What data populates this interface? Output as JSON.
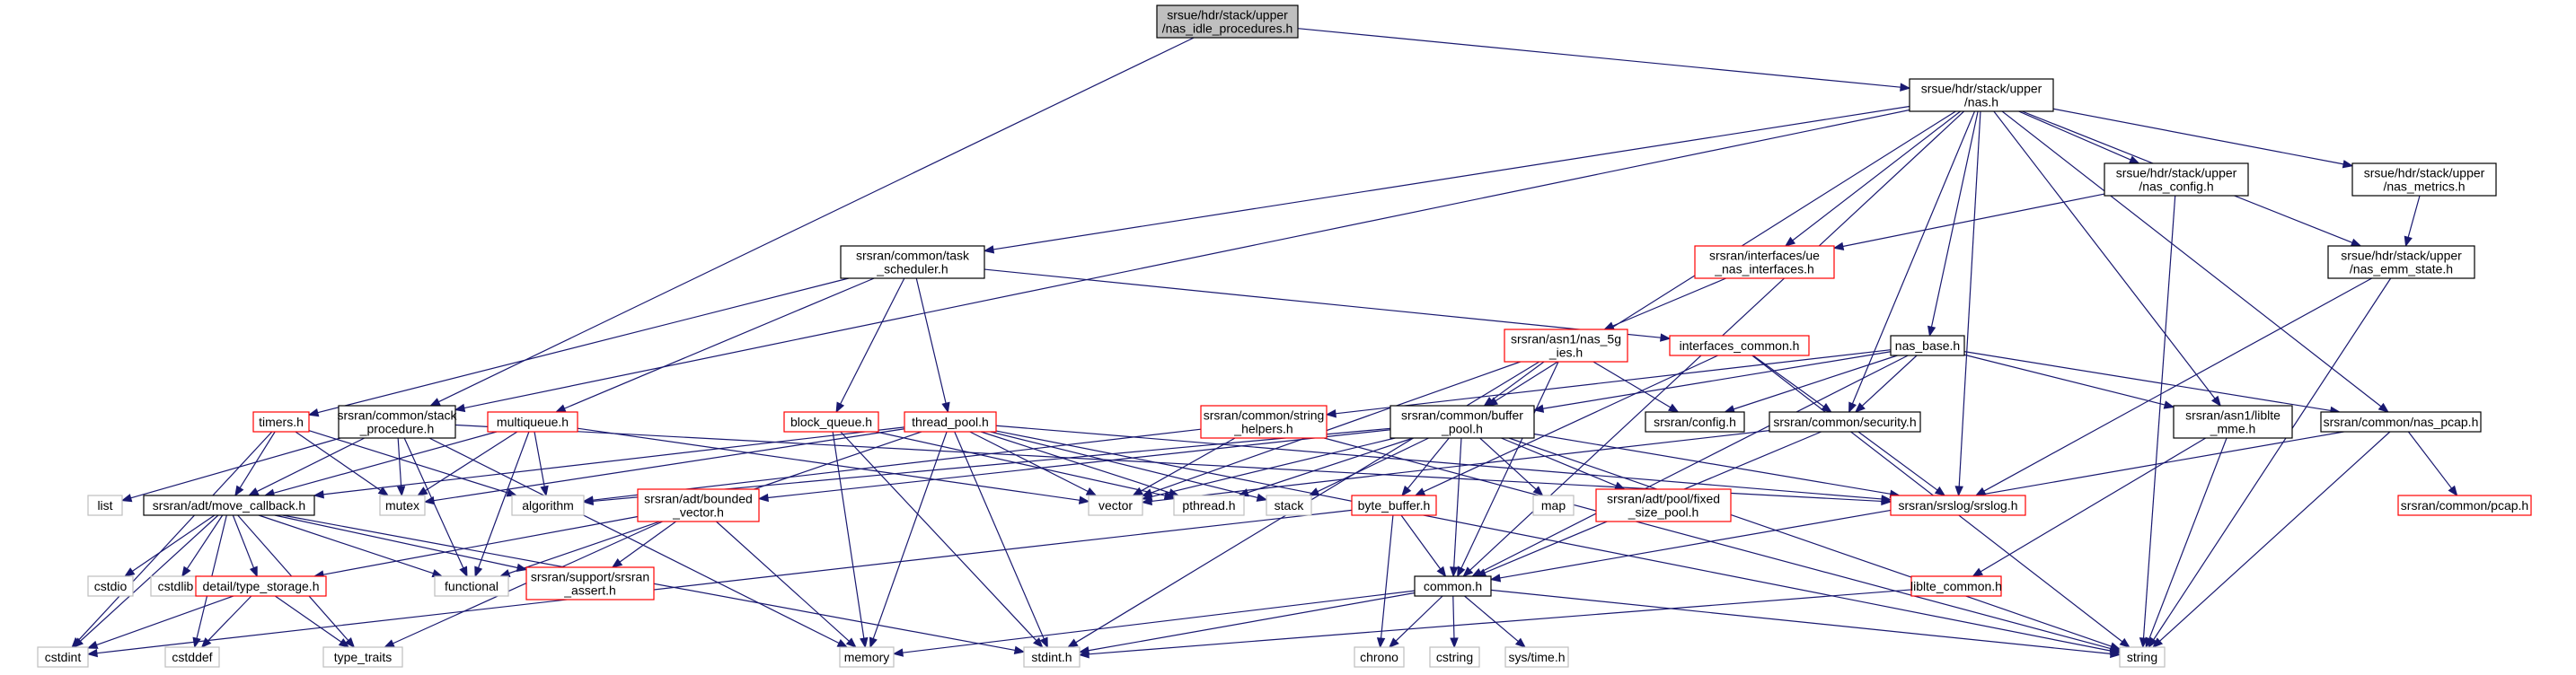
{
  "colors": {
    "edge": "#191970",
    "node_border": "#000000",
    "node_border_red": "#ff0000",
    "node_border_gray": "#bfbfbf",
    "root_fill": "#bfbfbf",
    "node_fill": "#ffffff",
    "text": "#000000"
  },
  "nodes": [
    {
      "id": "root",
      "lines": [
        "srsue/hdr/stack/upper",
        "/nas_idle_procedures.h"
      ],
      "style": "root"
    },
    {
      "id": "nas",
      "lines": [
        "srsue/hdr/stack/upper",
        "/nas.h"
      ],
      "style": "black"
    },
    {
      "id": "stack_proc",
      "lines": [
        "srsran/common/stack",
        "_procedure.h"
      ],
      "style": "black"
    },
    {
      "id": "task_sched",
      "lines": [
        "srsran/common/task",
        "_scheduler.h"
      ],
      "style": "black"
    },
    {
      "id": "nas_config",
      "lines": [
        "srsue/hdr/stack/upper",
        "/nas_config.h"
      ],
      "style": "black"
    },
    {
      "id": "nas_metrics",
      "lines": [
        "srsue/hdr/stack/upper",
        "/nas_metrics.h"
      ],
      "style": "black"
    },
    {
      "id": "nas_emm",
      "lines": [
        "srsue/hdr/stack/upper",
        "/nas_emm_state.h"
      ],
      "style": "black"
    },
    {
      "id": "ue_nas_if",
      "lines": [
        "srsran/interfaces/ue",
        "_nas_interfaces.h"
      ],
      "style": "red"
    },
    {
      "id": "nas_5g_ies",
      "lines": [
        "srsran/asn1/nas_5g",
        "_ies.h"
      ],
      "style": "red"
    },
    {
      "id": "if_common",
      "lines": [
        "interfaces_common.h"
      ],
      "style": "red"
    },
    {
      "id": "nas_base",
      "lines": [
        "nas_base.h"
      ],
      "style": "black"
    },
    {
      "id": "timers",
      "lines": [
        "timers.h"
      ],
      "style": "red"
    },
    {
      "id": "multiqueue",
      "lines": [
        "multiqueue.h"
      ],
      "style": "red"
    },
    {
      "id": "block_queue",
      "lines": [
        "block_queue.h"
      ],
      "style": "red"
    },
    {
      "id": "thread_pool",
      "lines": [
        "thread_pool.h"
      ],
      "style": "red"
    },
    {
      "id": "string_helpers",
      "lines": [
        "srsran/common/string",
        "_helpers.h"
      ],
      "style": "red"
    },
    {
      "id": "buffer_pool",
      "lines": [
        "srsran/common/buffer",
        "_pool.h"
      ],
      "style": "black"
    },
    {
      "id": "config",
      "lines": [
        "srsran/config.h"
      ],
      "style": "black"
    },
    {
      "id": "security",
      "lines": [
        "srsran/common/security.h"
      ],
      "style": "black"
    },
    {
      "id": "liblte_mme",
      "lines": [
        "srsran/asn1/liblte",
        "_mme.h"
      ],
      "style": "black"
    },
    {
      "id": "nas_pcap",
      "lines": [
        "srsran/common/nas_pcap.h"
      ],
      "style": "black"
    },
    {
      "id": "list",
      "lines": [
        "list"
      ],
      "style": "gray"
    },
    {
      "id": "move_cb",
      "lines": [
        "srsran/adt/move_callback.h"
      ],
      "style": "black"
    },
    {
      "id": "mutex",
      "lines": [
        "mutex"
      ],
      "style": "gray"
    },
    {
      "id": "algorithm",
      "lines": [
        "algorithm"
      ],
      "style": "gray"
    },
    {
      "id": "vector",
      "lines": [
        "vector"
      ],
      "style": "gray"
    },
    {
      "id": "pthread",
      "lines": [
        "pthread.h"
      ],
      "style": "gray"
    },
    {
      "id": "stack",
      "lines": [
        "stack"
      ],
      "style": "gray"
    },
    {
      "id": "map",
      "lines": [
        "map"
      ],
      "style": "gray"
    },
    {
      "id": "fixed_pool",
      "lines": [
        "srsran/adt/pool/fixed",
        "_size_pool.h"
      ],
      "style": "red"
    },
    {
      "id": "srslog",
      "lines": [
        "srsran/srslog/srslog.h"
      ],
      "style": "red"
    },
    {
      "id": "pcap",
      "lines": [
        "srsran/common/pcap.h"
      ],
      "style": "red"
    },
    {
      "id": "bounded_vec",
      "lines": [
        "srsran/adt/bounded",
        "_vector.h"
      ],
      "style": "red"
    },
    {
      "id": "byte_buffer",
      "lines": [
        "byte_buffer.h"
      ],
      "style": "red"
    },
    {
      "id": "common",
      "lines": [
        "common.h"
      ],
      "style": "black"
    },
    {
      "id": "liblte_common",
      "lines": [
        "liblte_common.h"
      ],
      "style": "red"
    },
    {
      "id": "cstdio",
      "lines": [
        "cstdio"
      ],
      "style": "gray"
    },
    {
      "id": "cstdlib",
      "lines": [
        "cstdlib"
      ],
      "style": "gray"
    },
    {
      "id": "type_storage",
      "lines": [
        "detail/type_storage.h"
      ],
      "style": "red"
    },
    {
      "id": "functional",
      "lines": [
        "functional"
      ],
      "style": "gray"
    },
    {
      "id": "srsran_assert",
      "lines": [
        "srsran/support/srsran",
        "_assert.h"
      ],
      "style": "red"
    },
    {
      "id": "cstdint",
      "lines": [
        "cstdint"
      ],
      "style": "gray"
    },
    {
      "id": "cstddef",
      "lines": [
        "cstddef"
      ],
      "style": "gray"
    },
    {
      "id": "type_traits",
      "lines": [
        "type_traits"
      ],
      "style": "gray"
    },
    {
      "id": "memory",
      "lines": [
        "memory"
      ],
      "style": "gray"
    },
    {
      "id": "stdint",
      "lines": [
        "stdint.h"
      ],
      "style": "gray"
    },
    {
      "id": "chrono",
      "lines": [
        "chrono"
      ],
      "style": "gray"
    },
    {
      "id": "cstring",
      "lines": [
        "cstring"
      ],
      "style": "gray"
    },
    {
      "id": "systime",
      "lines": [
        "sys/time.h"
      ],
      "style": "gray"
    },
    {
      "id": "string",
      "lines": [
        "string"
      ],
      "style": "gray"
    }
  ],
  "edges": [
    [
      "root",
      "nas"
    ],
    [
      "root",
      "stack_proc"
    ],
    [
      "nas",
      "task_sched"
    ],
    [
      "nas",
      "stack_proc"
    ],
    [
      "nas",
      "nas_config"
    ],
    [
      "nas",
      "nas_metrics"
    ],
    [
      "nas",
      "nas_emm"
    ],
    [
      "nas",
      "ue_nas_if"
    ],
    [
      "nas",
      "nas_base"
    ],
    [
      "nas",
      "buffer_pool"
    ],
    [
      "nas",
      "security"
    ],
    [
      "nas",
      "liblte_mme"
    ],
    [
      "nas",
      "nas_pcap"
    ],
    [
      "nas",
      "srslog"
    ],
    [
      "nas",
      "common"
    ],
    [
      "nas_config",
      "ue_nas_if"
    ],
    [
      "nas_config",
      "string"
    ],
    [
      "nas_metrics",
      "nas_emm"
    ],
    [
      "nas_emm",
      "srslog"
    ],
    [
      "nas_emm",
      "string"
    ],
    [
      "ue_nas_if",
      "nas_5g_ies"
    ],
    [
      "nas_5g_ies",
      "buffer_pool"
    ],
    [
      "nas_5g_ies",
      "config"
    ],
    [
      "nas_5g_ies",
      "vector"
    ],
    [
      "nas_5g_ies",
      "stdint"
    ],
    [
      "nas_5g_ies",
      "common"
    ],
    [
      "task_sched",
      "timers"
    ],
    [
      "task_sched",
      "multiqueue"
    ],
    [
      "task_sched",
      "block_queue"
    ],
    [
      "task_sched",
      "thread_pool"
    ],
    [
      "task_sched",
      "if_common"
    ],
    [
      "if_common",
      "security"
    ],
    [
      "if_common",
      "byte_buffer"
    ],
    [
      "if_common",
      "string"
    ],
    [
      "nas_base",
      "string_helpers"
    ],
    [
      "nas_base",
      "buffer_pool"
    ],
    [
      "nas_base",
      "config"
    ],
    [
      "nas_base",
      "security"
    ],
    [
      "nas_base",
      "liblte_mme"
    ],
    [
      "nas_base",
      "nas_pcap"
    ],
    [
      "nas_base",
      "common"
    ],
    [
      "stack_proc",
      "list"
    ],
    [
      "stack_proc",
      "move_cb"
    ],
    [
      "stack_proc",
      "mutex"
    ],
    [
      "stack_proc",
      "functional"
    ],
    [
      "stack_proc",
      "memory"
    ],
    [
      "stack_proc",
      "srslog"
    ],
    [
      "timers",
      "move_cb"
    ],
    [
      "timers",
      "mutex"
    ],
    [
      "timers",
      "algorithm"
    ],
    [
      "timers",
      "cstdint"
    ],
    [
      "multiqueue",
      "move_cb"
    ],
    [
      "multiqueue",
      "mutex"
    ],
    [
      "multiqueue",
      "algorithm"
    ],
    [
      "multiqueue",
      "functional"
    ],
    [
      "multiqueue",
      "vector"
    ],
    [
      "block_queue",
      "pthread"
    ],
    [
      "block_queue",
      "memory"
    ],
    [
      "block_queue",
      "stdint"
    ],
    [
      "thread_pool",
      "move_cb"
    ],
    [
      "thread_pool",
      "mutex"
    ],
    [
      "thread_pool",
      "vector"
    ],
    [
      "thread_pool",
      "pthread"
    ],
    [
      "thread_pool",
      "stack"
    ],
    [
      "thread_pool",
      "memory"
    ],
    [
      "thread_pool",
      "stdint"
    ],
    [
      "thread_pool",
      "string"
    ],
    [
      "thread_pool",
      "functional"
    ],
    [
      "thread_pool",
      "srslog"
    ],
    [
      "string_helpers",
      "algorithm"
    ],
    [
      "string_helpers",
      "vector"
    ],
    [
      "string_helpers",
      "string"
    ],
    [
      "buffer_pool",
      "algorithm"
    ],
    [
      "buffer_pool",
      "vector"
    ],
    [
      "buffer_pool",
      "pthread"
    ],
    [
      "buffer_pool",
      "stack"
    ],
    [
      "buffer_pool",
      "map"
    ],
    [
      "buffer_pool",
      "fixed_pool"
    ],
    [
      "buffer_pool",
      "srslog"
    ],
    [
      "buffer_pool",
      "byte_buffer"
    ],
    [
      "buffer_pool",
      "common"
    ],
    [
      "buffer_pool",
      "bounded_vec"
    ],
    [
      "buffer_pool",
      "string"
    ],
    [
      "security",
      "srslog"
    ],
    [
      "security",
      "common"
    ],
    [
      "security",
      "vector"
    ],
    [
      "liblte_mme",
      "liblte_common"
    ],
    [
      "liblte_mme",
      "string"
    ],
    [
      "nas_pcap",
      "pcap"
    ],
    [
      "nas_pcap",
      "common"
    ],
    [
      "nas_pcap",
      "string"
    ],
    [
      "move_cb",
      "cstdio"
    ],
    [
      "move_cb",
      "cstdlib"
    ],
    [
      "move_cb",
      "type_storage"
    ],
    [
      "move_cb",
      "functional"
    ],
    [
      "move_cb",
      "srsran_assert"
    ],
    [
      "move_cb",
      "cstdint"
    ],
    [
      "move_cb",
      "cstddef"
    ],
    [
      "move_cb",
      "type_traits"
    ],
    [
      "move_cb",
      "stdint"
    ],
    [
      "bounded_vec",
      "type_storage"
    ],
    [
      "bounded_vec",
      "srsran_assert"
    ],
    [
      "bounded_vec",
      "memory"
    ],
    [
      "bounded_vec",
      "type_traits"
    ],
    [
      "type_storage",
      "cstdint"
    ],
    [
      "type_storage",
      "cstddef"
    ],
    [
      "type_storage",
      "type_traits"
    ],
    [
      "byte_buffer",
      "common"
    ],
    [
      "byte_buffer",
      "chrono"
    ],
    [
      "byte_buffer",
      "cstdint"
    ],
    [
      "common",
      "chrono"
    ],
    [
      "common",
      "cstring"
    ],
    [
      "common",
      "systime"
    ],
    [
      "common",
      "memory"
    ],
    [
      "common",
      "stdint"
    ],
    [
      "common",
      "string"
    ],
    [
      "liblte_common",
      "stdint"
    ]
  ]
}
